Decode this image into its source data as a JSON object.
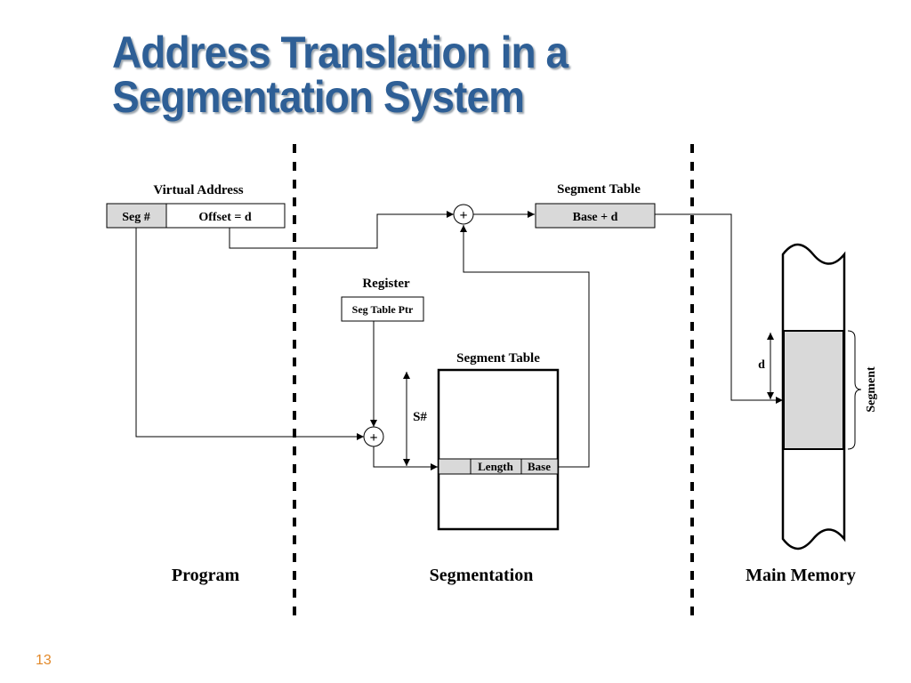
{
  "title": {
    "line1": "Address Translation in a",
    "line2": "Segmentation System"
  },
  "slide_number": "13",
  "diagram": {
    "virtual_address": {
      "label": "Virtual Address",
      "seg_field": "Seg #",
      "offset_field": "Offset = d"
    },
    "segment_table_top": {
      "label": "Segment Table",
      "cell": "Base + d"
    },
    "register": {
      "label": "Register",
      "cell": "Seg Table Ptr"
    },
    "segment_table_main": {
      "label": "Segment Table",
      "length_col": "Length",
      "base_col": "Base",
      "index_label": "S#"
    },
    "adder_symbol": "+",
    "memory": {
      "d_label": "d",
      "segment_label": "Segment"
    },
    "regions": {
      "program": "Program",
      "segmentation": "Segmentation",
      "main_memory": "Main Memory"
    }
  }
}
